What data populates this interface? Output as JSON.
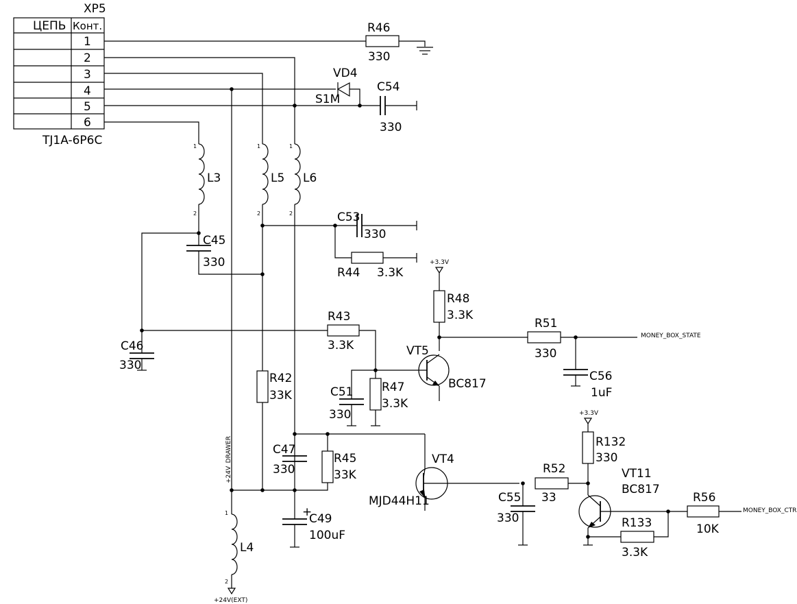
{
  "connector": {
    "ref": "XP5",
    "part": "TJ1A-6P6C",
    "col_net": "ЦЕПЬ",
    "col_pin": "Конт.",
    "pins": [
      "1",
      "2",
      "3",
      "4",
      "5",
      "6"
    ]
  },
  "components": {
    "R46": {
      "ref": "R46",
      "value": "330"
    },
    "VD4": {
      "ref": "VD4",
      "value": "S1M"
    },
    "C54": {
      "ref": "C54",
      "value": "330"
    },
    "L3": {
      "ref": "L3",
      "pin1": "1",
      "pin2": "2"
    },
    "L5": {
      "ref": "L5",
      "pin1": "1",
      "pin2": "2"
    },
    "L6": {
      "ref": "L6",
      "pin1": "1",
      "pin2": "2"
    },
    "C53": {
      "ref": "C53",
      "value": "330"
    },
    "R44": {
      "ref": "R44",
      "value": "3.3K"
    },
    "C45": {
      "ref": "C45",
      "value": "330"
    },
    "C46": {
      "ref": "C46",
      "value": "330"
    },
    "R43": {
      "ref": "R43",
      "value": "3.3K"
    },
    "R48": {
      "ref": "R48",
      "value": "3.3K"
    },
    "VT5": {
      "ref": "VT5",
      "value": "BC817"
    },
    "R51": {
      "ref": "R51",
      "value": "330"
    },
    "C56": {
      "ref": "C56",
      "value": "1uF"
    },
    "C51": {
      "ref": "C51",
      "value": "330"
    },
    "R47": {
      "ref": "R47",
      "value": "3.3K"
    },
    "R42": {
      "ref": "R42",
      "value": "33K"
    },
    "C47": {
      "ref": "C47",
      "value": "330"
    },
    "R45": {
      "ref": "R45",
      "value": "33K"
    },
    "C49": {
      "ref": "C49",
      "value": "100uF"
    },
    "VT4": {
      "ref": "VT4",
      "value": "MJD44H11"
    },
    "R52": {
      "ref": "R52",
      "value": "33"
    },
    "C55": {
      "ref": "C55",
      "value": "330"
    },
    "R132": {
      "ref": "R132",
      "value": "330"
    },
    "VT11": {
      "ref": "VT11",
      "value": "BC817"
    },
    "R133": {
      "ref": "R133",
      "value": "3.3K"
    },
    "R56": {
      "ref": "R56",
      "value": "10K"
    },
    "L4": {
      "ref": "L4",
      "pin1": "1",
      "pin2": "2"
    }
  },
  "nets": {
    "money_box_state": "MONEY_BOX_STATE",
    "money_box_ctrl": "MONEY_BOX_CTRL",
    "v33_a": "+3.3V",
    "v33_b": "+3.3V",
    "v24_drawer": "+24V_DRAWER",
    "v24_ext": "+24V(EXT)"
  },
  "polarity": {
    "plus": "+"
  }
}
